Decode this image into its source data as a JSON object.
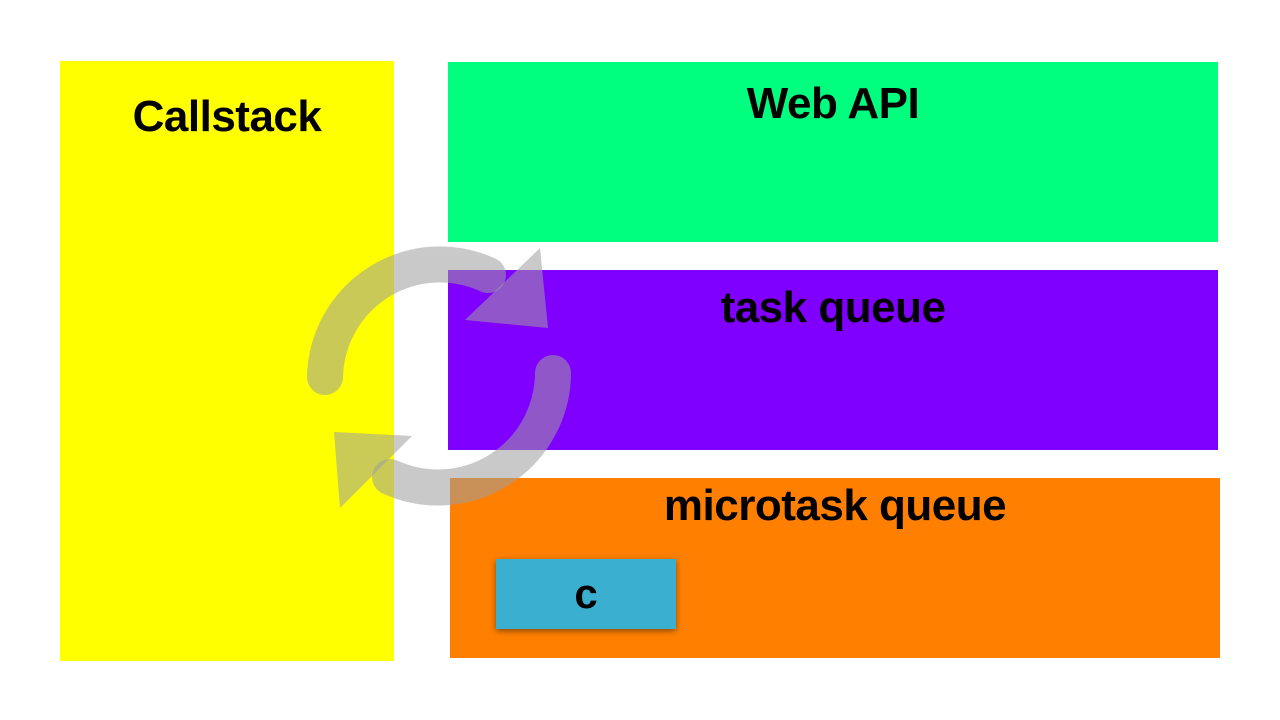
{
  "panels": {
    "callstack": {
      "title": "Callstack",
      "color": "#FFFF00"
    },
    "web_api": {
      "title": "Web API",
      "color": "#00FF7F"
    },
    "task_queue": {
      "title": "task queue",
      "color": "#8000FF"
    },
    "microtask_queue": {
      "title": "microtask queue",
      "color": "#FF8000",
      "items": [
        {
          "label": "c",
          "color": "#3AAFD0"
        }
      ]
    }
  },
  "event_loop": {
    "icon": "refresh-cycle-icon",
    "color": "#9E9E9E"
  }
}
